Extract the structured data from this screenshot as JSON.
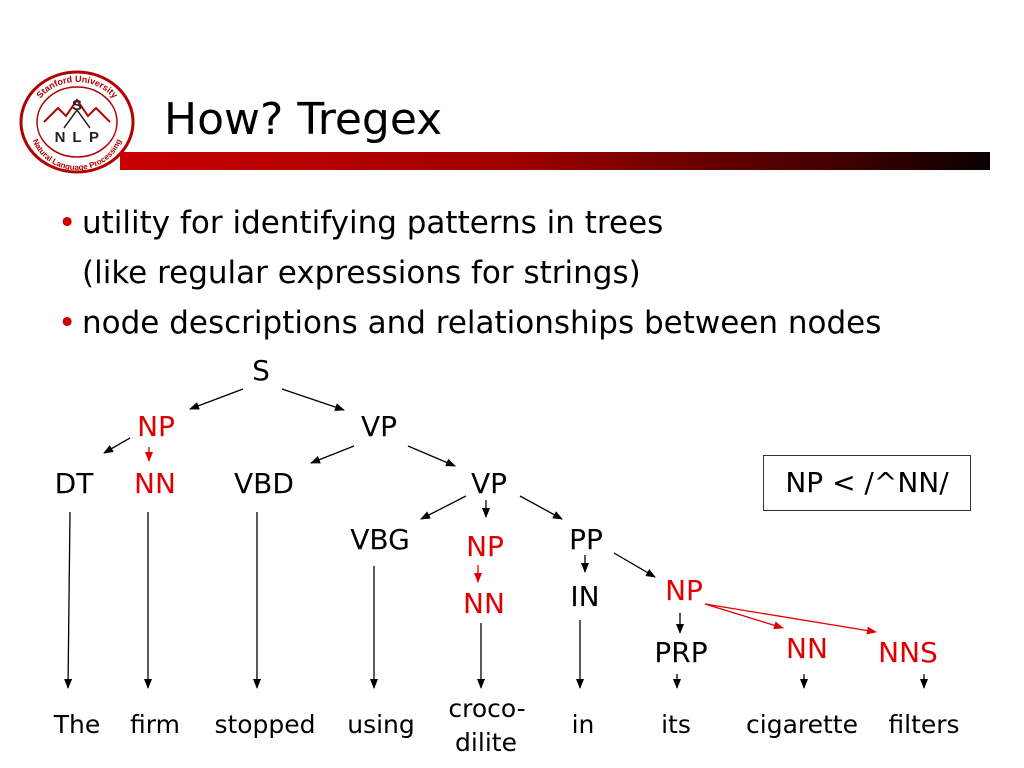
{
  "logo": {
    "arc_text": "Stanford University",
    "bottom_text": "Natural Language Processing",
    "letters": [
      "S",
      "N",
      "L",
      "P"
    ],
    "color": "#b30000"
  },
  "title": "How? Tregex",
  "bullets": [
    {
      "text": "utility for identifying patterns in trees",
      "continuation": "(like regular expressions for strings)"
    },
    {
      "text": "node descriptions and relationships between nodes",
      "continuation": ""
    }
  ],
  "bullet_glyph": "•",
  "pattern": "NP < /^NN/",
  "colors": {
    "match": "#e00000",
    "normal": "#000000",
    "accent_rule": "#c80000"
  },
  "tree": {
    "nodes": {
      "S": "S",
      "NP1": "NP",
      "VP1": "VP",
      "DT": "DT",
      "NN1": "NN",
      "VBD": "VBD",
      "VP2": "VP",
      "VBG": "VBG",
      "NP2": "NP",
      "PP": "PP",
      "NN2": "NN",
      "IN": "IN",
      "NP3": "NP",
      "PRP": "PRP",
      "NN3": "NN",
      "NNS": "NNS"
    },
    "matched_nodes": [
      "NP1",
      "NN1",
      "NP2",
      "NN2",
      "NP3",
      "NN3",
      "NNS"
    ],
    "words": {
      "w1": "The",
      "w2": "firm",
      "w3": "stopped",
      "w4": "using",
      "w5a": "croco-",
      "w5b": "dilite",
      "w6": "in",
      "w7": "its",
      "w8": "cigarette",
      "w9": "filters"
    }
  }
}
